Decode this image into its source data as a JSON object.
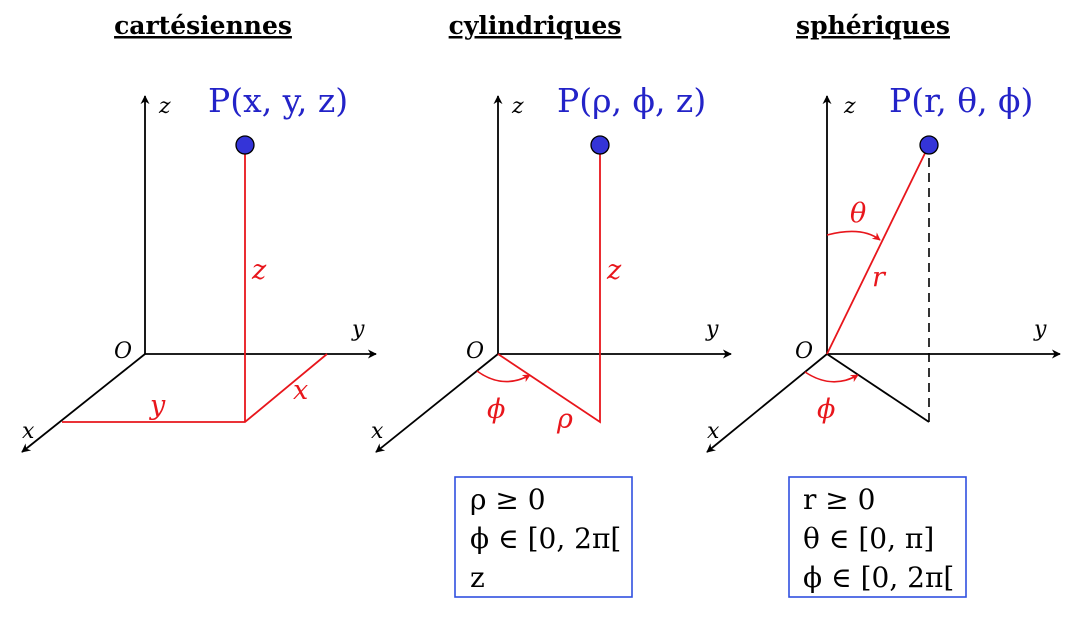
{
  "colors": {
    "black": "#000000",
    "red": "#e8161c",
    "blue": "#2323c8",
    "point_fill": "#3434d8",
    "box_border": "#3050e0"
  },
  "cartesian": {
    "title": "cartésiennes",
    "axis_z": "z",
    "axis_y": "y",
    "axis_x": "x",
    "origin": "O",
    "point": "P(x, y, z)",
    "label_z": "z",
    "label_y": "y",
    "label_x": "x"
  },
  "cylindrical": {
    "title": "cylindriques",
    "axis_z": "z",
    "axis_y": "y",
    "axis_x": "x",
    "origin": "O",
    "point": "P(ρ, ϕ, z)",
    "label_z": "z",
    "label_rho": "ρ",
    "label_phi": "ϕ",
    "conditions": [
      "ρ ≥ 0",
      "ϕ ∈ [0, 2π[",
      "z"
    ]
  },
  "spherical": {
    "title": "sphériques",
    "axis_z": "z",
    "axis_y": "y",
    "axis_x": "x",
    "origin": "O",
    "point": "P(r, θ, ϕ)",
    "label_r": "r",
    "label_theta": "θ",
    "label_phi": "ϕ",
    "conditions": [
      "r ≥ 0",
      "θ ∈ [0, π]",
      "ϕ ∈ [0, 2π["
    ]
  }
}
